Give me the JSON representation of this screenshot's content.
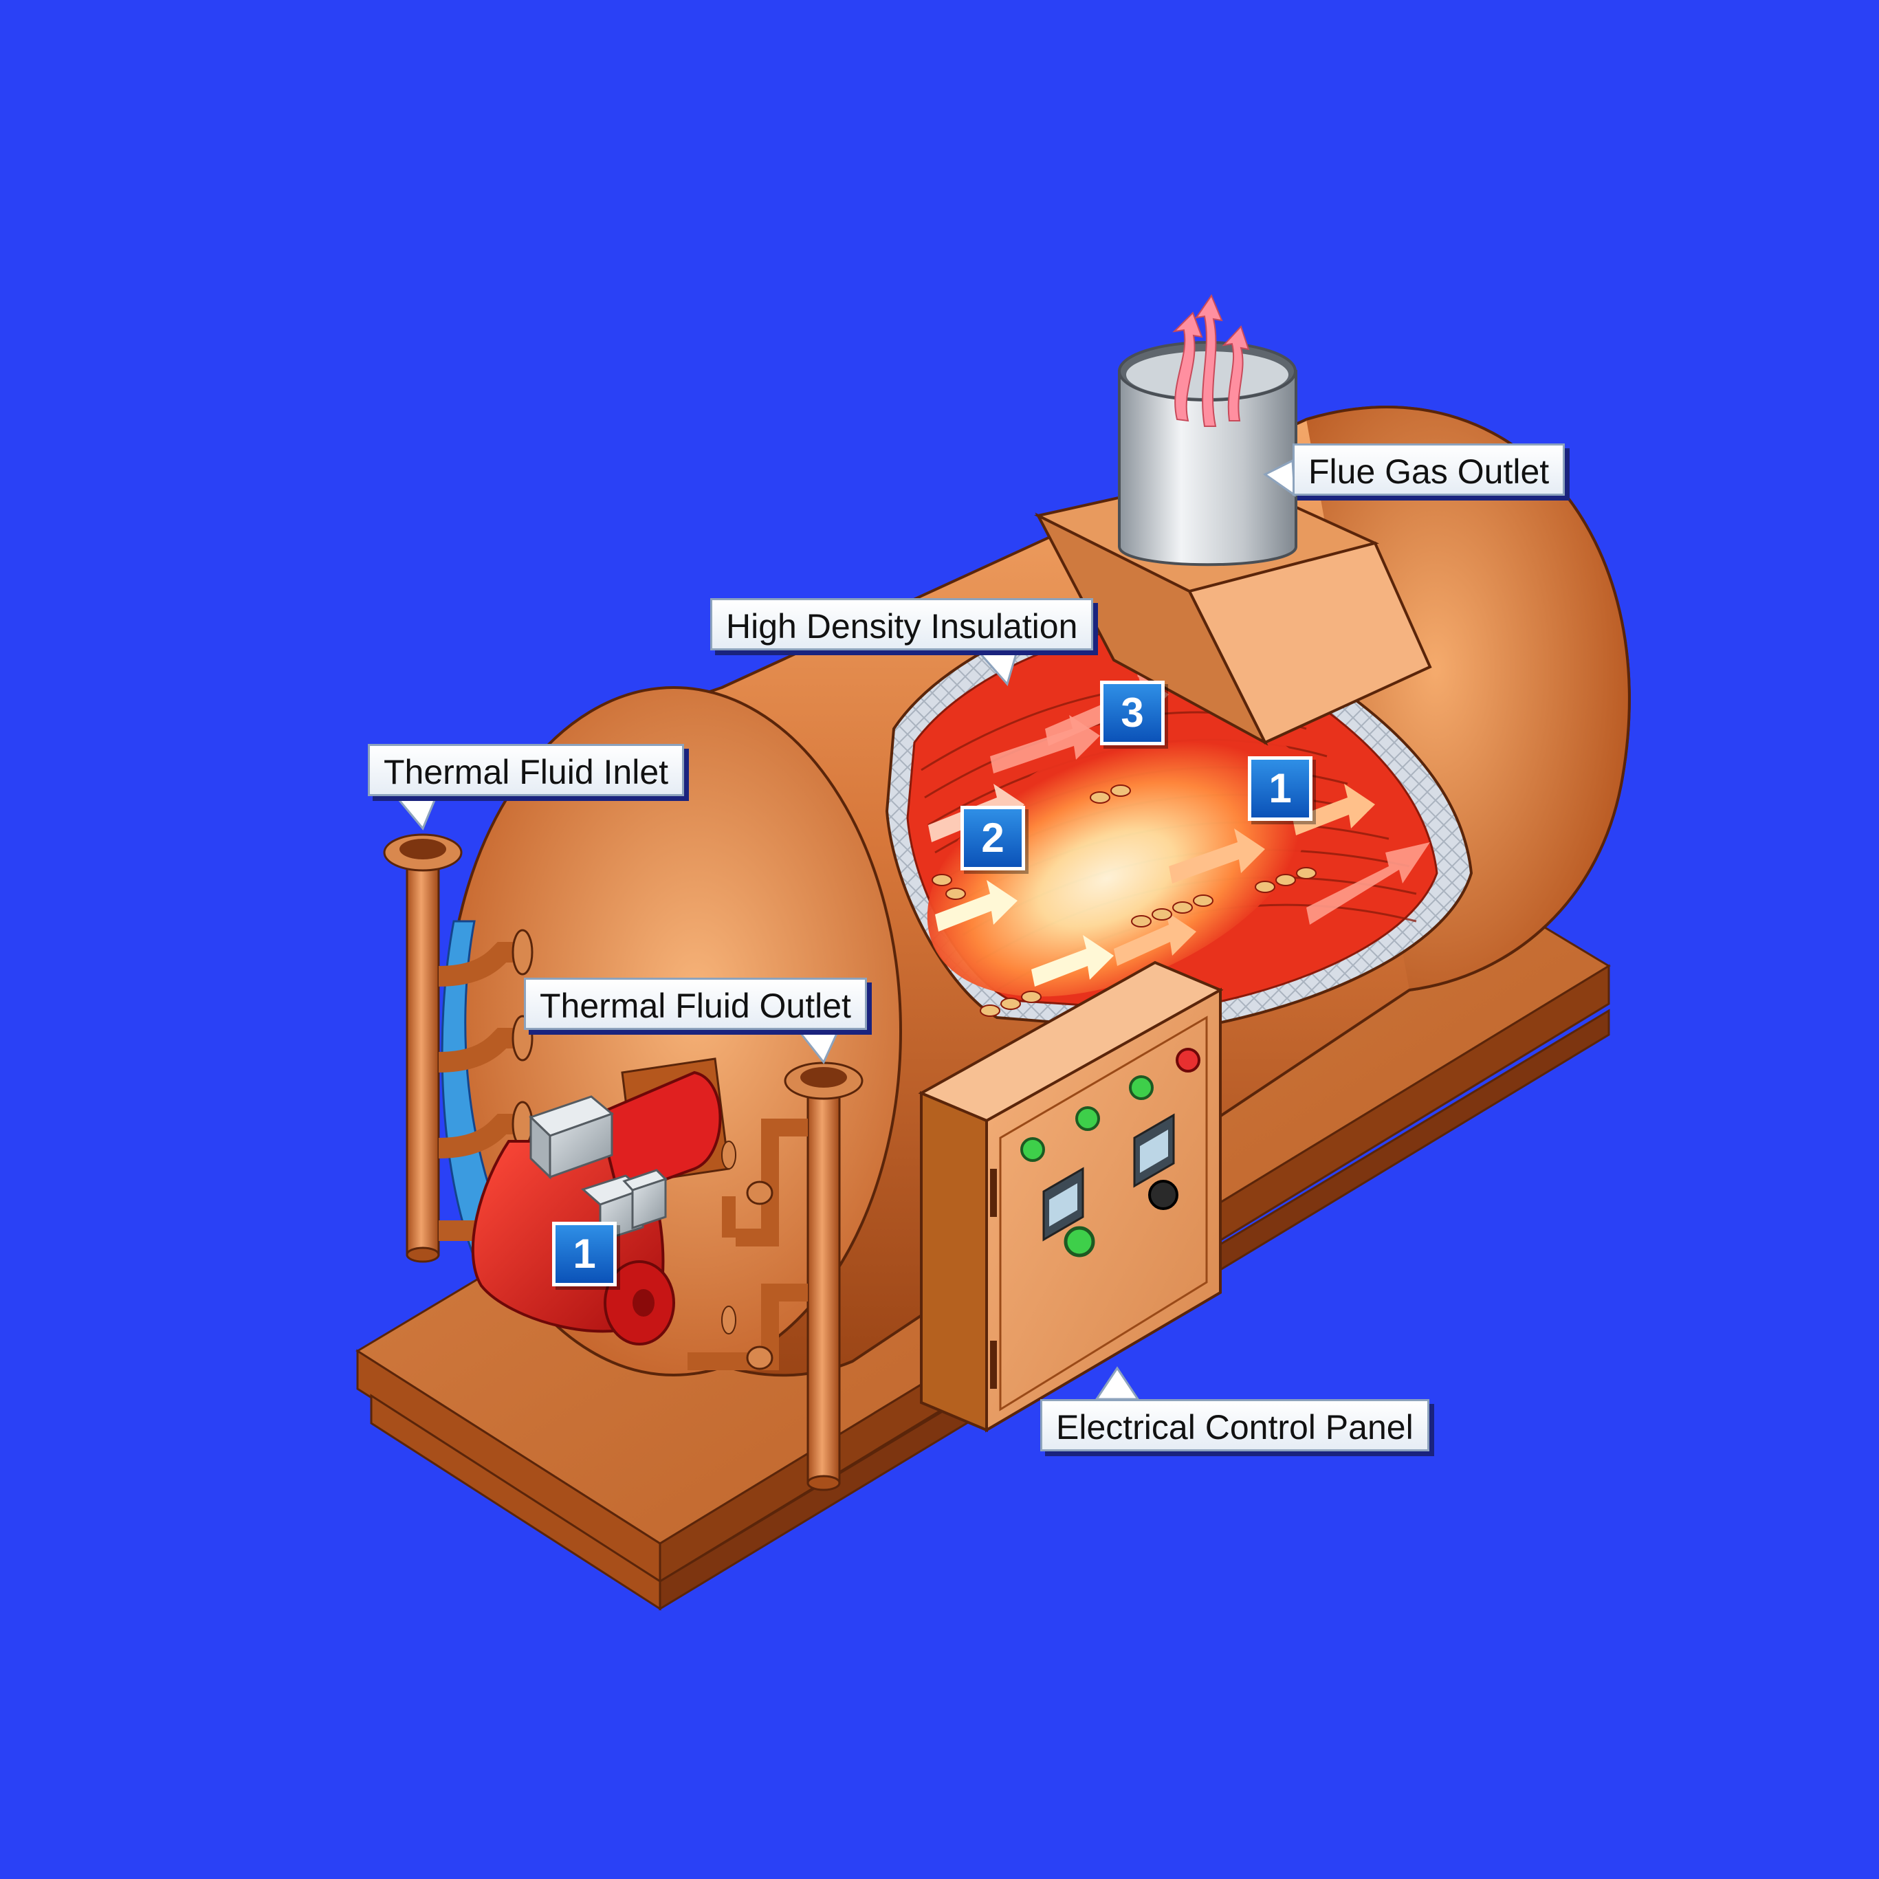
{
  "background_color": "#2a41f6",
  "callouts": {
    "flue_gas_outlet": "Flue Gas Outlet",
    "high_density_insulation": "High Density Insulation",
    "thermal_fluid_inlet": "Thermal Fluid Inlet",
    "thermal_fluid_outlet": "Thermal Fluid Outlet",
    "electrical_control_panel": "Electrical Control Panel"
  },
  "badges": {
    "burner": "1",
    "pass_1": "1",
    "pass_2": "2",
    "pass_3": "3"
  },
  "colors": {
    "shell": "#d7773a",
    "shell_dark": "#8a3a12",
    "coil_red": "#e8321c",
    "burner_red": "#d91c1c",
    "insulation": "#cfd6e0",
    "badge_blue": "#1466cc"
  }
}
